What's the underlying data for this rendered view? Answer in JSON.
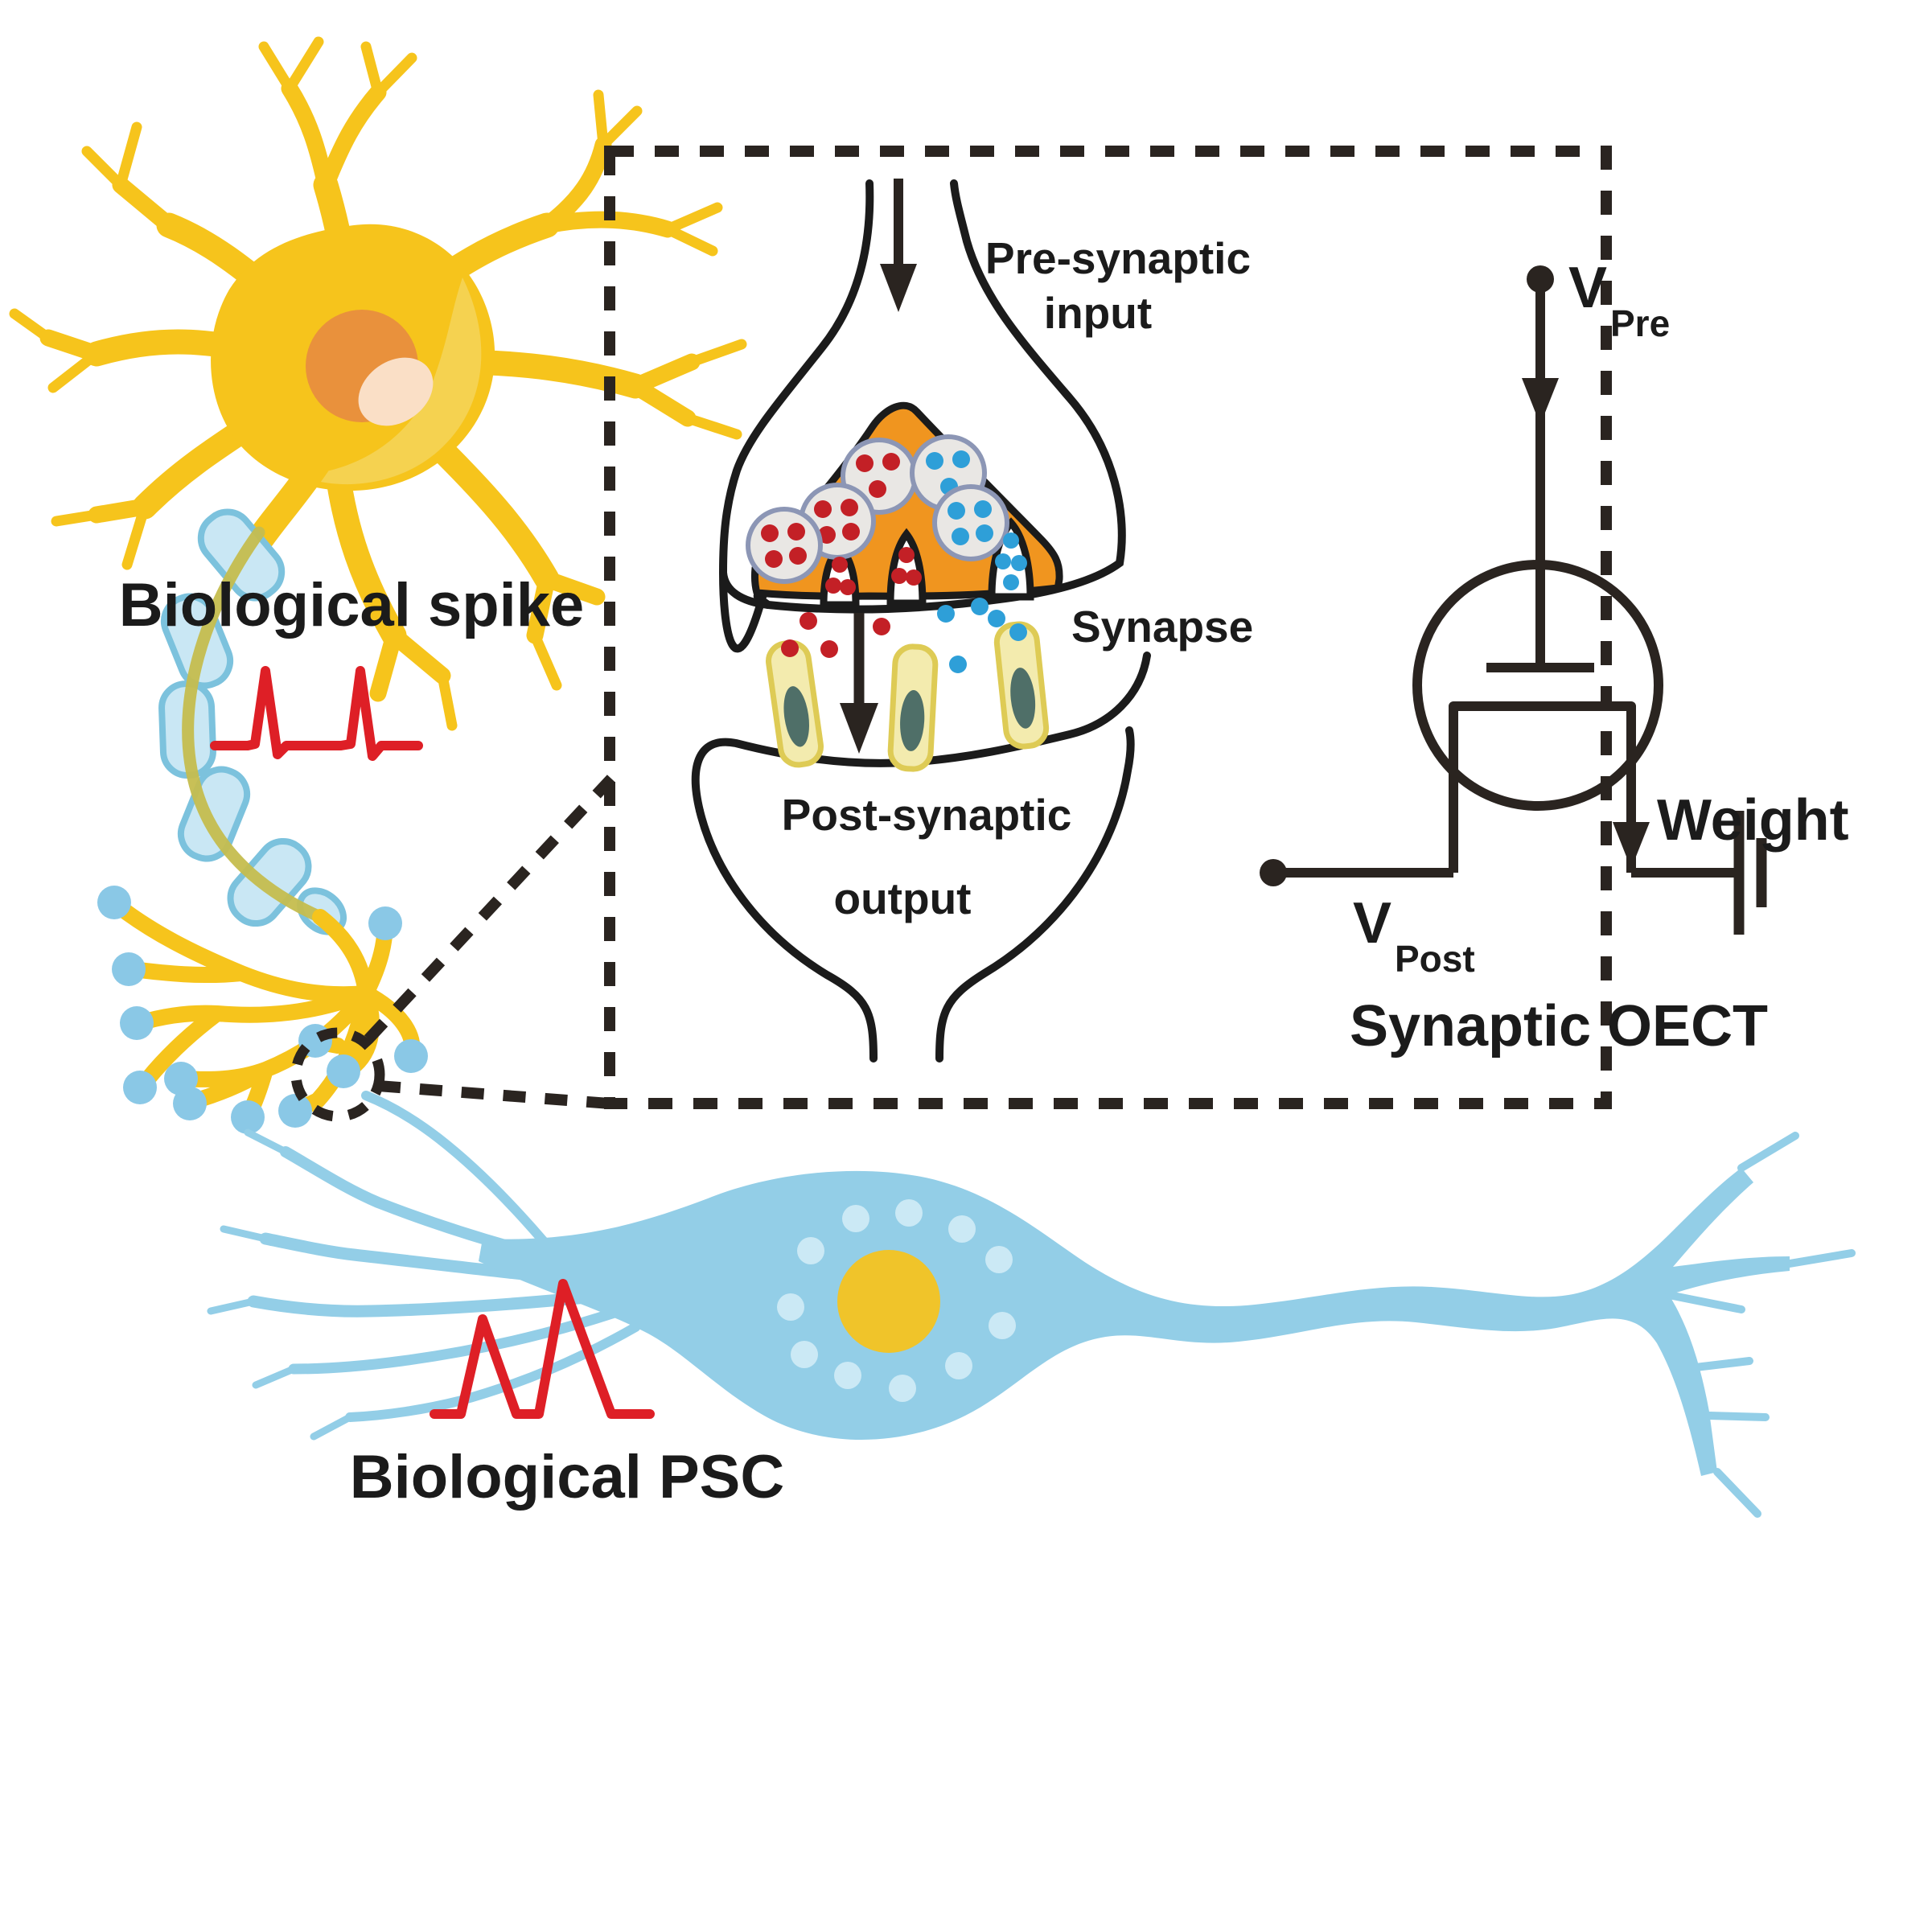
{
  "labels": {
    "spike": "Biological spike",
    "psc": "Biological PSC",
    "pre_line1": "Pre-synaptic",
    "pre_line2": "input",
    "synapse": "Synapse",
    "post_line1": "Post-synaptic",
    "post_line2": "output",
    "weight": "Weight",
    "oect_title": "Synaptic OECT",
    "v_pre_main": "V",
    "v_pre_sub": "Pre",
    "v_post_main": "V",
    "v_post_sub": "Post"
  },
  "palette": {
    "neuron_yellow": "#F6C41C",
    "neuron_yellow_light": "#F4D355",
    "nucleus_orange": "#E9913C",
    "nucleolus_peach": "#FADFC6",
    "myelin_fill": "#C9E7F4",
    "myelin_stroke": "#7CC2DD",
    "axon_core_olive": "#C5BD4E",
    "bouton_blue": "#8AC8E6",
    "neuron_blue": "#93CEE7",
    "neuron_blue_spot": "#CBE9F5",
    "blue_nucleus_yellow": "#F0C42A",
    "terminal_orange": "#F0951F",
    "vesicle_fill": "#E9E7E4",
    "vesicle_stroke": "#8C96B5",
    "red_dot": "#C32026",
    "blue_dot": "#2E9FD8",
    "waveform_red": "#DE1F26",
    "line_black": "#1B1B1B",
    "dash_black": "#2A2420"
  }
}
